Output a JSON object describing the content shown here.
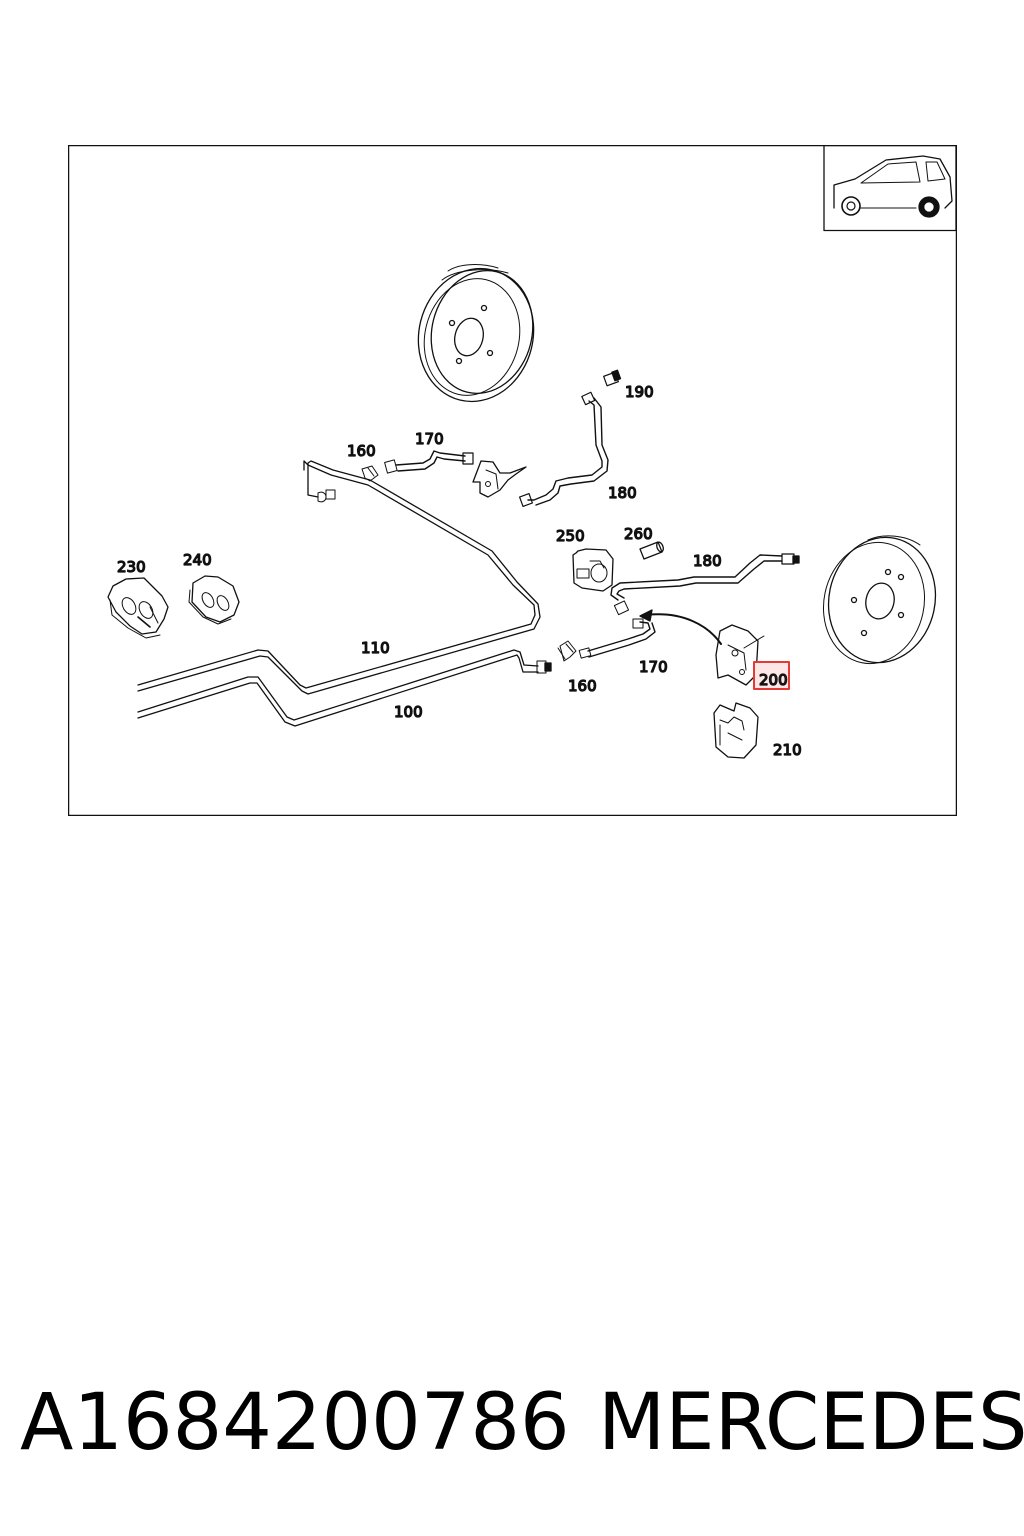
{
  "diagram": {
    "callouts": [
      {
        "id": "c190",
        "text": "190"
      },
      {
        "id": "c170a",
        "text": "170"
      },
      {
        "id": "c160a",
        "text": "160"
      },
      {
        "id": "c180a",
        "text": "180"
      },
      {
        "id": "c250",
        "text": "250"
      },
      {
        "id": "c260",
        "text": "260"
      },
      {
        "id": "c180b",
        "text": "180"
      },
      {
        "id": "c230",
        "text": "230"
      },
      {
        "id": "c240",
        "text": "240"
      },
      {
        "id": "c110",
        "text": "110"
      },
      {
        "id": "c100",
        "text": "100"
      },
      {
        "id": "c160b",
        "text": "160"
      },
      {
        "id": "c170b",
        "text": "170"
      },
      {
        "id": "c200",
        "text": "200"
      },
      {
        "id": "c210",
        "text": "210"
      }
    ],
    "highlighted_callout": "200",
    "highlight_color": "#e53935",
    "vehicle_icon": "car-rear-axle-icon"
  },
  "footer": {
    "part_number": "A1684200786",
    "brand": "MERCEDES"
  }
}
